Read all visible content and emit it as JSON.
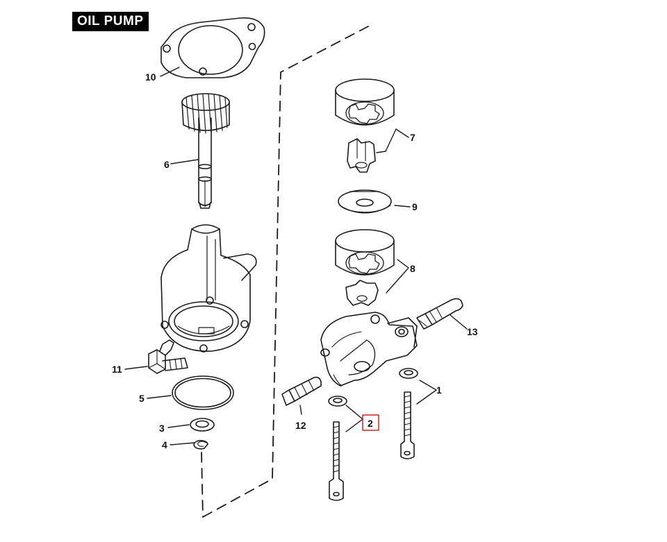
{
  "title": "OIL PUMP",
  "highlight_color": "#d62020",
  "line_color": "#1a1a1a",
  "callouts": {
    "c1": "1",
    "c2": "2",
    "c3": "3",
    "c4": "4",
    "c5": "5",
    "c6": "6",
    "c7": "7",
    "c8": "8",
    "c9": "9",
    "c10": "10",
    "c11": "11",
    "c12": "12",
    "c13": "13"
  },
  "highlighted_callout": "2"
}
